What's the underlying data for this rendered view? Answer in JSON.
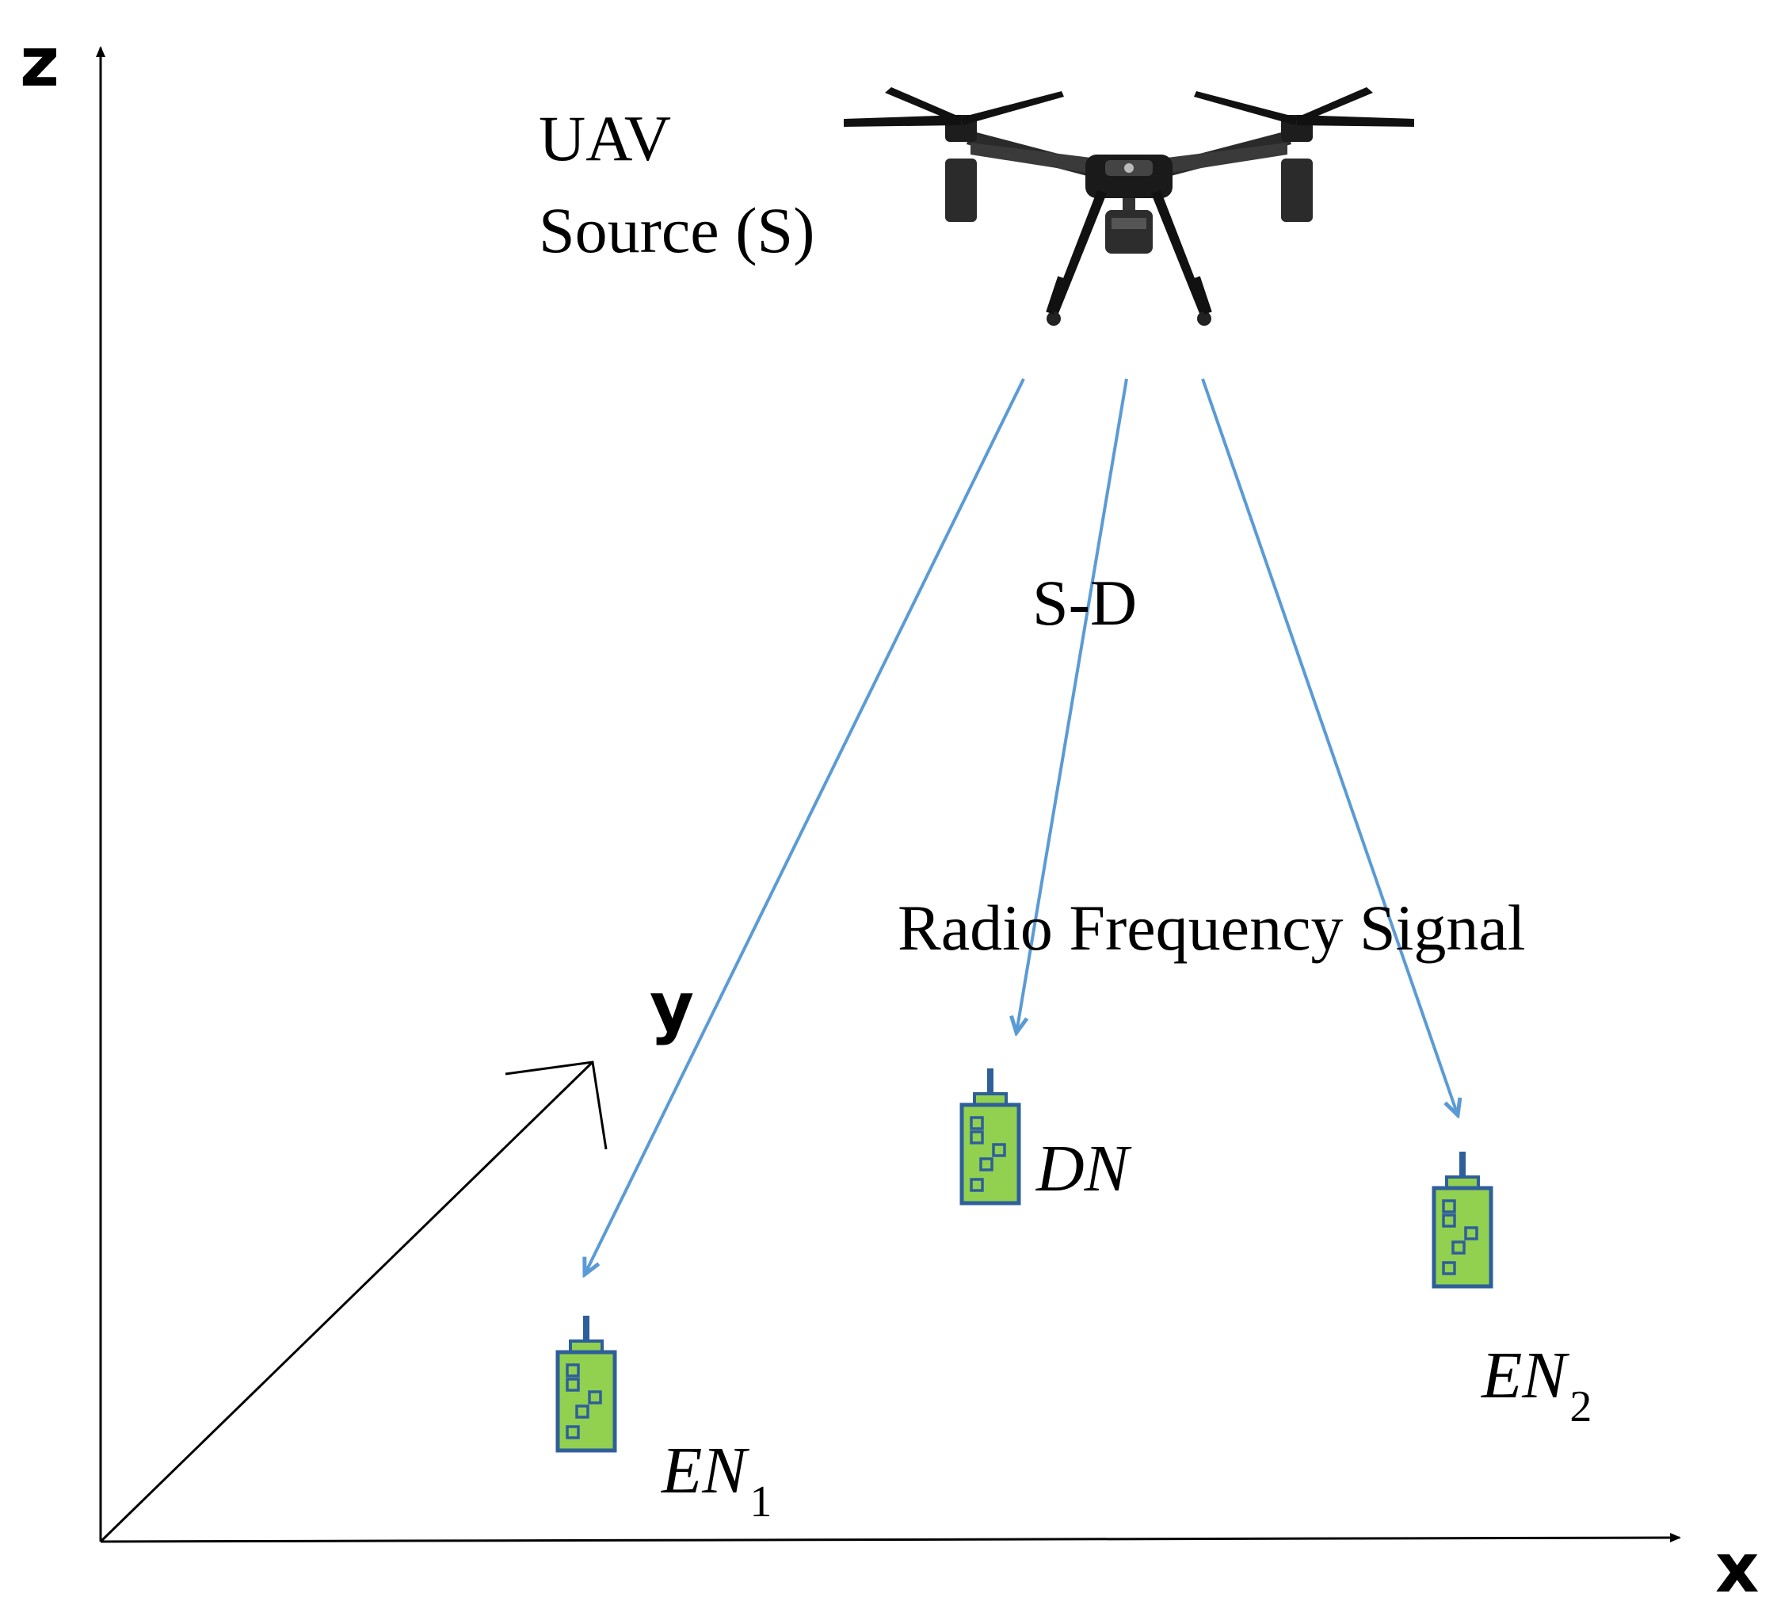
{
  "axes": {
    "z_label": "z",
    "x_label": "x",
    "y_label": "y"
  },
  "uav": {
    "line1": "UAV",
    "line2": "Source (S)",
    "icon": "quadcopter-drone-icon"
  },
  "link_label": "S-D",
  "signal_label": "Radio Frequency Signal",
  "nodes": [
    {
      "id": "DN",
      "name": "DN",
      "sub": "",
      "icon": "building-icon"
    },
    {
      "id": "EN2",
      "name": "EN",
      "sub": "2",
      "icon": "building-icon"
    },
    {
      "id": "EN1",
      "name": "EN",
      "sub": "1",
      "icon": "building-icon"
    }
  ],
  "colors": {
    "signal_arrow": "#5b9bd5",
    "building_fill": "#92d050",
    "building_stroke": "#2e5f9a",
    "axis": "#000000"
  }
}
